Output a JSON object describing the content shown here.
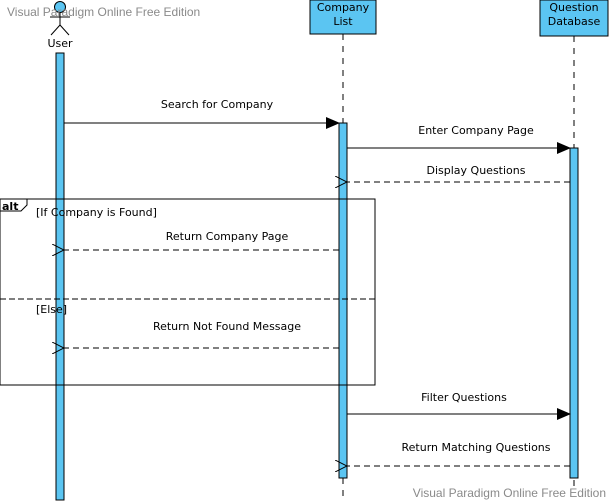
{
  "watermark": {
    "top": "Visual Paradigm Online Free Edition",
    "bottom": "Visual Paradigm Online Free Edition"
  },
  "colors": {
    "lifeline_fill": "#5bc5f2",
    "stroke": "#000000",
    "background": "#ffffff"
  },
  "participants": [
    {
      "id": "user",
      "type": "actor",
      "label": "User"
    },
    {
      "id": "company_list",
      "type": "object",
      "label_lines": [
        "Company",
        "List"
      ]
    },
    {
      "id": "question_db",
      "type": "object",
      "label_lines": [
        "Question",
        "Database"
      ]
    }
  ],
  "messages": [
    {
      "from": "user",
      "to": "company_list",
      "label": "Search for Company",
      "style": "sync"
    },
    {
      "from": "company_list",
      "to": "question_db",
      "label": "Enter Company Page",
      "style": "sync"
    },
    {
      "from": "question_db",
      "to": "company_list",
      "label": "Display Questions",
      "style": "return"
    },
    {
      "from": "company_list",
      "to": "user",
      "label": "Return Company Page",
      "style": "return"
    },
    {
      "from": "company_list",
      "to": "user",
      "label": "Return Not Found Message",
      "style": "return"
    },
    {
      "from": "company_list",
      "to": "question_db",
      "label": "Filter Questions",
      "style": "sync"
    },
    {
      "from": "question_db",
      "to": "company_list",
      "label": "Return Matching Questions",
      "style": "return"
    }
  ],
  "fragment": {
    "operator": "alt",
    "guards": [
      "[If Company is Found]",
      "[Else]"
    ]
  }
}
